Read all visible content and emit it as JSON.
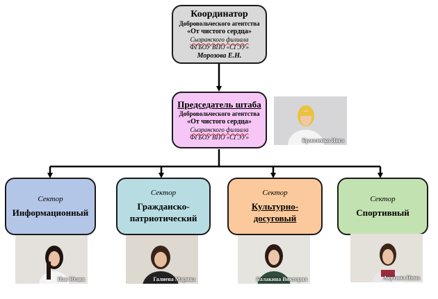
{
  "coordinator": {
    "title": "Координатор",
    "line1": "Добровольческого агентства",
    "line2": "«От чистого сердца»",
    "line3": "Сызранского филиала",
    "line4": "ФГБОУ ВПО «СГЭУ»",
    "name": "Морозова Е.Н."
  },
  "chair": {
    "title": "Председатель штаба",
    "line1": "Добровольческого агентства",
    "line2": "«От чистого сердца»",
    "line3": "Сызранского филиала",
    "line4": "ФГБОУ ВПО «СГЭУ»",
    "photo_caption": "Ермоленко Инга"
  },
  "sectors": [
    {
      "label": "Сектор",
      "name_line1": "Информационный",
      "name_line2": "",
      "photo_caption": "Пак Юлия"
    },
    {
      "label": "Сектор",
      "name_line1": "Гражданско-",
      "name_line2": "патриотический",
      "photo_caption": "Галиева Марина"
    },
    {
      "label": "Сектор",
      "name_line1": "Культурно-",
      "name_line2": "досуговый",
      "photo_caption": "Балакина Виктория"
    },
    {
      "label": "Сектор",
      "name_line1": "Спортивный",
      "name_line2": "",
      "photo_caption": "Акутина Нина"
    }
  ],
  "colors": {
    "coordinator_fill": "#d9d9d9",
    "chair_fill": "#f6c7f6",
    "sector_1_fill": "#b4c6e7",
    "sector_2_fill": "#b7dde3",
    "sector_3_fill": "#fbc99b",
    "sector_4_fill": "#c3e2b1"
  }
}
